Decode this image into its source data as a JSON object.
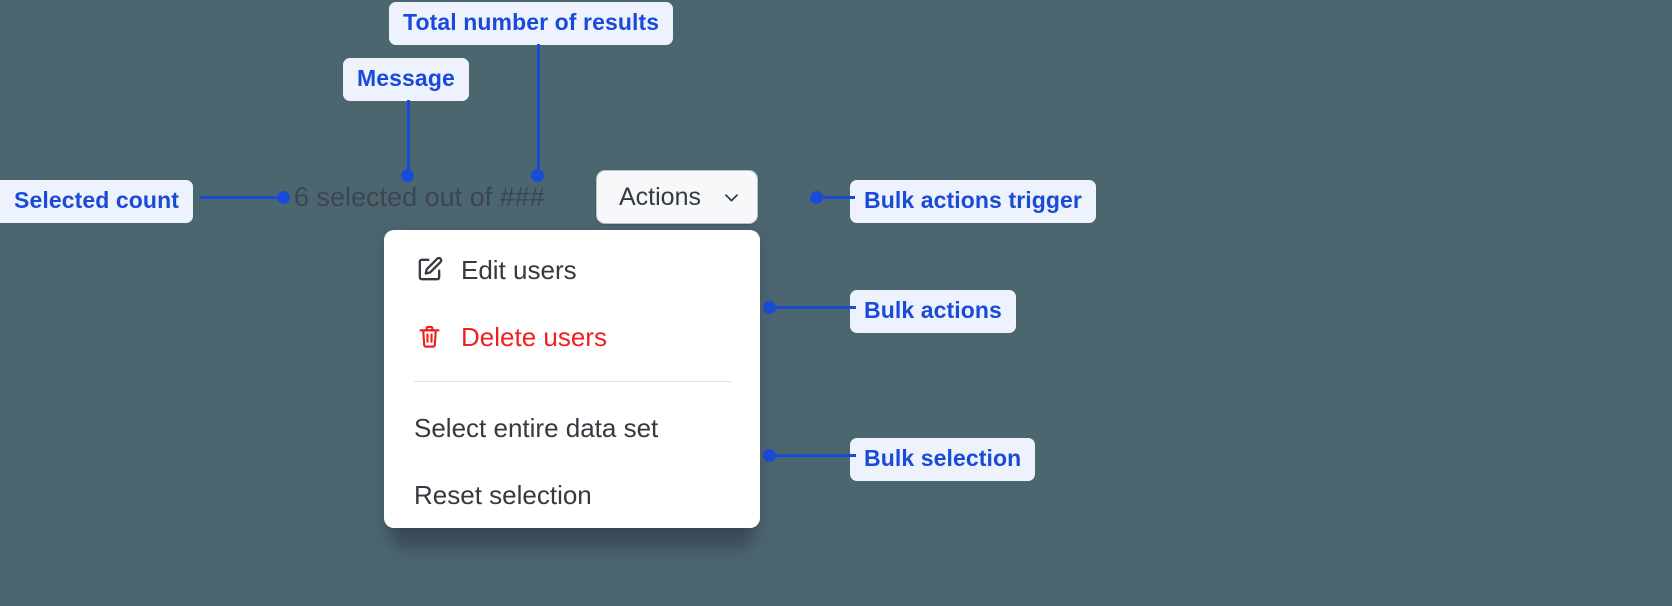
{
  "background_color": "#4c6670",
  "accent_color": "#1a4bd8",
  "annotation_chip_bg": "#edf2fd",
  "danger_color": "#ef2020",
  "annotations": [
    {
      "id": "total-results",
      "label": "Total number of results"
    },
    {
      "id": "message",
      "label": "Message"
    },
    {
      "id": "selected-count",
      "label": "Selected count"
    },
    {
      "id": "bulk-actions-trigger",
      "label": "Bulk actions trigger"
    },
    {
      "id": "bulk-actions",
      "label": "Bulk actions"
    },
    {
      "id": "bulk-selection",
      "label": "Bulk selection"
    }
  ],
  "toolbar": {
    "message": "6 selected out of ###",
    "selected_count": "6",
    "total_results_token": "###",
    "actions_button_label": "Actions",
    "actions_button_icon": "chevron-down-icon"
  },
  "dropdown": {
    "groups": [
      {
        "name": "bulk-actions",
        "items": [
          {
            "label": "Edit users",
            "icon": "edit-square-icon",
            "tone": "default"
          },
          {
            "label": "Delete users",
            "icon": "trash-icon",
            "tone": "danger"
          }
        ]
      },
      {
        "name": "bulk-selection",
        "items": [
          {
            "label": "Select entire data set",
            "icon": null,
            "tone": "default"
          },
          {
            "label": "Reset selection",
            "icon": null,
            "tone": "default"
          }
        ]
      }
    ]
  }
}
